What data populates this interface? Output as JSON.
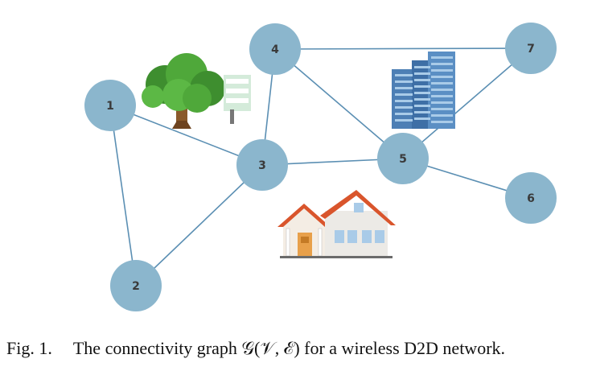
{
  "nodes": [
    {
      "id": "1",
      "label": "1"
    },
    {
      "id": "2",
      "label": "2"
    },
    {
      "id": "3",
      "label": "3"
    },
    {
      "id": "4",
      "label": "4"
    },
    {
      "id": "5",
      "label": "5"
    },
    {
      "id": "6",
      "label": "6"
    },
    {
      "id": "7",
      "label": "7"
    }
  ],
  "edges": [
    [
      "1",
      "2"
    ],
    [
      "1",
      "3"
    ],
    [
      "2",
      "3"
    ],
    [
      "3",
      "4"
    ],
    [
      "3",
      "5"
    ],
    [
      "4",
      "5"
    ],
    [
      "4",
      "7"
    ],
    [
      "5",
      "7"
    ],
    [
      "5",
      "6"
    ]
  ],
  "colors": {
    "node": "#8bb6cd",
    "edge": "#5b8fb3"
  },
  "caption": {
    "fig_label": "Fig. 1.",
    "text": "The connectivity graph 𝒢(𝒱, ℰ) for a wireless D2D network."
  }
}
